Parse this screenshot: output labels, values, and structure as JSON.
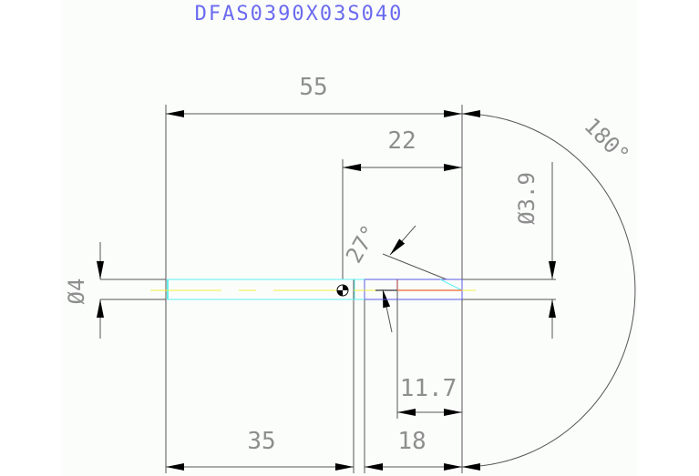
{
  "drawing": {
    "title": "DFAS0390X03S040",
    "colors": {
      "background": "#fbfdfb",
      "dimension_line": "#555555",
      "dimension_text": "#8e8e8e",
      "title_text": "#6a6af0",
      "body_outline": "#5ff0f0",
      "center_line": "#f0f040",
      "tip_outline": "#5a5ae6",
      "cutting_edge": "#f08050"
    },
    "dimensions": {
      "overall_length": "55",
      "flute_length": "22",
      "shank_diameter": "Ø4",
      "tip_diameter": "Ø3.9",
      "tip_angle": "27°",
      "arc_angle": "180°",
      "shank_length": "35",
      "tip_length": "18",
      "cutting_length": "11.7"
    }
  }
}
